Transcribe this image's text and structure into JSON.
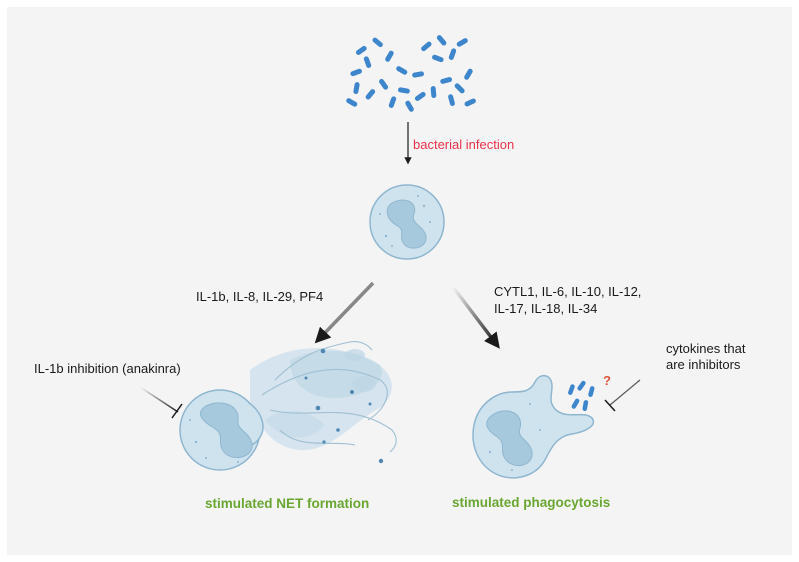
{
  "labels": {
    "infection": "bacterial infection",
    "net_cytokines": "IL-1b, IL-8, IL-29, PF4",
    "phago_cytokines_line1": "CYTL1, IL-6, IL-10, IL-12,",
    "phago_cytokines_line2": "IL-17, IL-18, IL-34",
    "net_inhibitor": "IL-1b inhibition (anakinra)",
    "phago_inhibitor_line1": "cytokines that",
    "phago_inhibitor_line2": "are inhibitors",
    "unknown_mark": "?",
    "net_outcome": "stimulated NET formation",
    "phago_outcome": "stimulated phagocytosis"
  },
  "colors": {
    "background": "#f4f4f4",
    "bacteria": "#3e86cc",
    "cell_fill": "#cfe3ef",
    "cell_stroke": "#8fb6cf",
    "nucleus": "#9fc3d8",
    "net_fill": "#cfe0ec",
    "infection_text": "#e8344a",
    "outcome_text": "#6aa632",
    "arrow": "#1a1a1a"
  }
}
